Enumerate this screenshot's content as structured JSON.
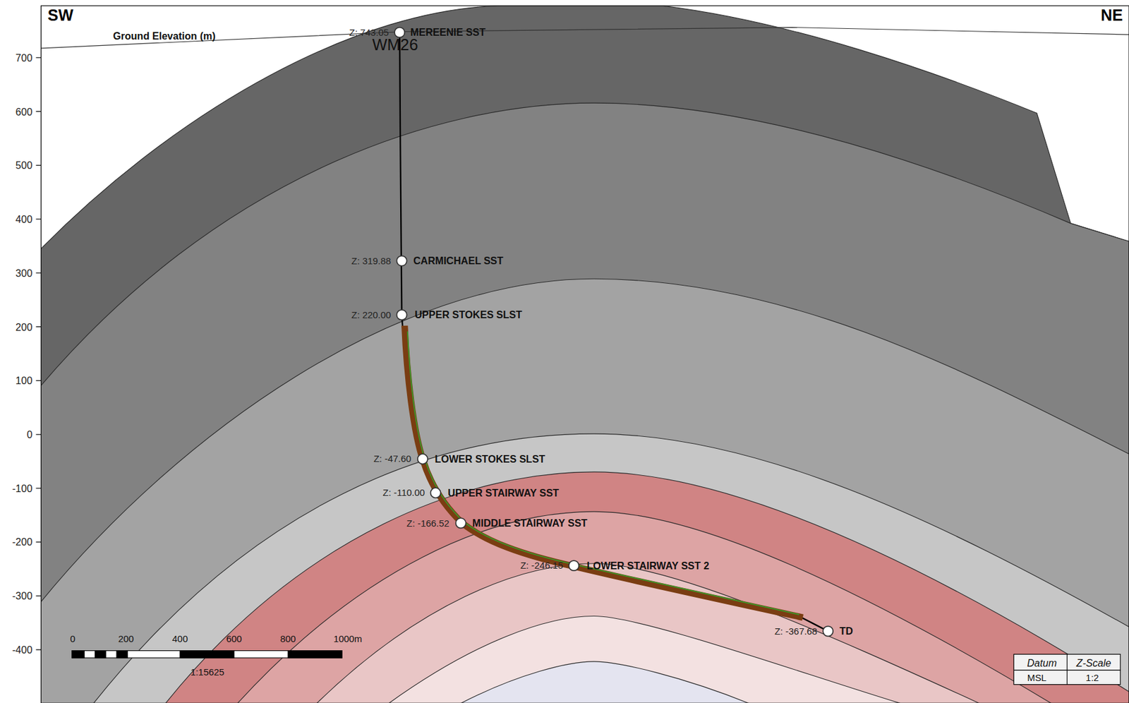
{
  "diagram": {
    "labels": [
      "SW",
      "NE",
      "Ground Elevation (m)",
      "Z: 743.05",
      "MEREENIE SST",
      "WM26",
      "Z: 319.88",
      "CARMICHAEL SST",
      "Z: 220.00",
      "UPPER STOKES SLST",
      "Z: -47.60",
      "LOWER STOKES SLST",
      "Z: -110.00",
      "UPPER STAIRWAY SST",
      "Z: -166.52",
      "MIDDLE STAIRWAY SST",
      "Z: -246.15",
      "LOWER STAIRWAY SST 2",
      "Z: -367.68",
      "TD",
      "700",
      "600",
      "500",
      "400",
      "300",
      "200",
      "100",
      "0",
      "-100",
      "-200",
      "-300",
      "-400",
      "0",
      "200",
      "400",
      "600",
      "800",
      "1000m",
      "1:15625",
      "Datum",
      "MSL",
      "Z-Scale",
      "1:2"
    ]
  }
}
